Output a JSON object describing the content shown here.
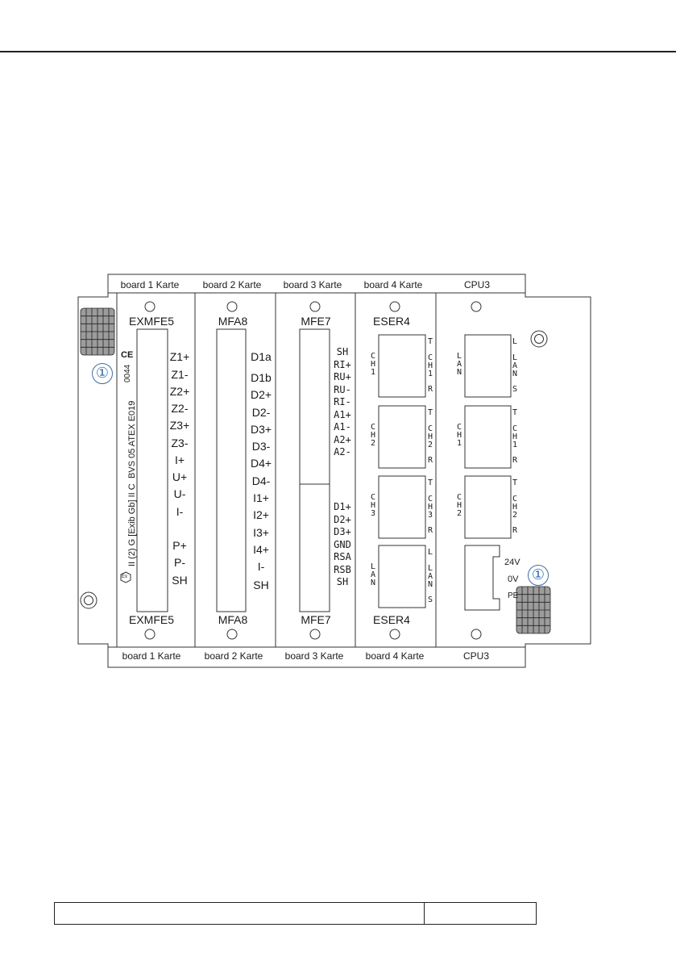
{
  "slots": [
    {
      "label": "board 1 Karte",
      "module": "EXMFE5",
      "terminals": [
        "Z1+",
        "Z1-",
        "Z2+",
        "Z2-",
        "Z3+",
        "Z3-",
        "I+",
        "U+",
        "U-",
        "I-",
        "P+",
        "P-",
        "SH"
      ]
    },
    {
      "label": "board 2 Karte",
      "module": "MFA8",
      "terminals": [
        "D1a",
        "D1b",
        "D2+",
        "D2-",
        "D3+",
        "D3-",
        "D4+",
        "D4-",
        "I1+",
        "I2+",
        "I3+",
        "I4+",
        "I-",
        "SH"
      ]
    },
    {
      "label": "board 3 Karte",
      "module": "MFE7",
      "terminals_top": [
        "SH",
        "RI+",
        "RU+",
        "RU-",
        "RI-",
        "A1+",
        "A1-",
        "A2+",
        "A2-"
      ],
      "terminals_bottom": [
        "D1+",
        "D2+",
        "D3+",
        "GND",
        "RSA",
        "RSB",
        "SH"
      ]
    },
    {
      "label": "board 4 Karte",
      "module": "ESER4",
      "ports": [
        {
          "left": "CH1",
          "right": [
            "T",
            "CH1",
            "R"
          ]
        },
        {
          "left": "CH2",
          "right": [
            "T",
            "CH2",
            "R"
          ]
        },
        {
          "left": "CH3",
          "right": [
            "T",
            "CH3",
            "R"
          ]
        },
        {
          "left": "LAN",
          "right": [
            "L",
            "LAN",
            "S"
          ]
        }
      ]
    },
    {
      "label": "CPU3",
      "module": "",
      "ports": [
        {
          "left": "LAN",
          "right": [
            "L",
            "LAN",
            "S"
          ]
        },
        {
          "left": "CH1",
          "right": [
            "T",
            "CH1",
            "R"
          ]
        },
        {
          "left": "CH2",
          "right": [
            "T",
            "CH2",
            "R"
          ]
        }
      ],
      "power": [
        "24V",
        "0V",
        "PE"
      ]
    }
  ],
  "certification": {
    "ce_mark": "CE",
    "ce_number": "0044",
    "atex": "BVS 05 ATEX E019",
    "ex_marking": "II (2) G [Exib Gb] II C",
    "ex_symbol": "Ex"
  },
  "callout": "①",
  "footer": {
    "left": "",
    "right": ""
  }
}
